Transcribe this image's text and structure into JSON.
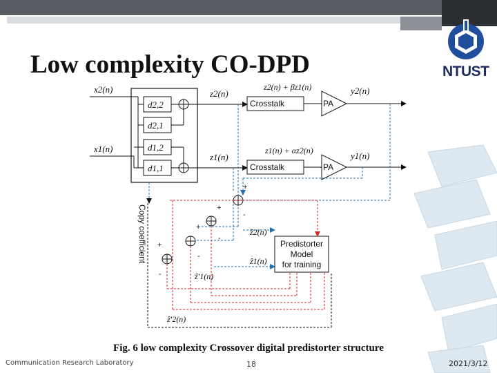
{
  "slide": {
    "title": "Low complexity CO-DPD",
    "logo_text": "NTUST",
    "caption": "Fig. 6 low complexity Crossover digital predistorter structure",
    "footer_left": "Communication Research Laboratory",
    "page_number": "18",
    "date": "2021/3/12"
  },
  "diagram": {
    "inputs": [
      "x2(n)",
      "x1(n)"
    ],
    "outputs": [
      "y2(n)",
      "y1(n)"
    ],
    "delays": [
      "d2,2",
      "d2,1",
      "d1,2",
      "d1,1"
    ],
    "z_labels": [
      "z2(n)",
      "z1(n)"
    ],
    "crosstalk_top_label": "z2(n) + βz1(n)",
    "crosstalk_bottom_label": "z1(n) + αz2(n)",
    "crosstalk": "Crosstalk",
    "pa": "PA",
    "predistorter": [
      "Predistorter",
      "Model",
      "for training"
    ],
    "z_hat": [
      "ẑ2(n)",
      "ẑ1(n)"
    ],
    "z_hat_prime": [
      "ẑ'1(n)",
      "ẑ'2(n)"
    ],
    "copy_coefficient": "Copy coefficient",
    "signs": {
      "plus": "+",
      "minus": "-"
    },
    "colors": {
      "blue": "#1f6fb2",
      "red": "#d32a2a",
      "black": "#111111"
    }
  }
}
